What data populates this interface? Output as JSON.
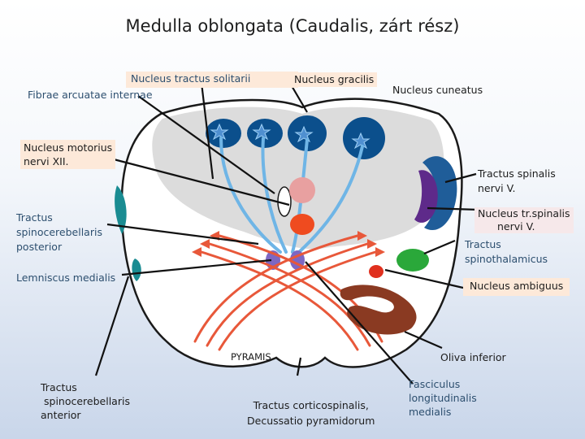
{
  "title": "Medulla oblongata (Caudalis, zárt rész)",
  "labels": {
    "nucleus_tractus_solitarii": "Nucleus tractus solitarii",
    "fibrae_arcuatae_internae": "Fibrae arcuatae internae",
    "nucleus_gracilis": "Nucleus gracilis",
    "nucleus_cuneatus": "Nucleus cuneatus",
    "nucleus_motorius_1": "Nucleus motorius",
    "nucleus_motorius_2": "nervi XII.",
    "tractus_spinalis_1": "Tractus spinalis",
    "tractus_spinalis_2": "nervi V.",
    "tractus_spinocerebellaris_post_1": "Tractus",
    "tractus_spinocerebellaris_post_2": "spinocerebellaris",
    "tractus_spinocerebellaris_post_3": "posterior",
    "nucleus_tr_spinalis_1": "Nucleus tr.spinalis",
    "nucleus_tr_spinalis_2": "nervi V.",
    "tractus_spinothalamicus_1": "Tractus",
    "tractus_spinothalamicus_2": "spinothalamicus",
    "lemniscus_medialis": "Lemniscus medialis",
    "nucleus_ambiguus": "Nucleus ambiguus",
    "pyramis": "PYRAMIS",
    "oliva_inferior": "Oliva inferior",
    "tractus_spinocerebellaris_ant_1": "Tractus",
    "tractus_spinocerebellaris_ant_2": "spinocerebellaris",
    "tractus_spinocerebellaris_ant_3": "anterior",
    "tractus_corticospinalis_1": "Tractus corticospinalis,",
    "tractus_corticospinalis_2": "Decussatio pyramidorum",
    "fasciculus_1": "Fasciculus",
    "fasciculus_2": "longitudinalis",
    "fasciculus_3": "medialis"
  },
  "colors": {
    "outline": "#1a1a1a",
    "medulla_fill": "#ffffff",
    "gray_matter": "#dcdcdc",
    "dorsal_nuclei": "#0b4f8c",
    "fibres": "#6fb5e6",
    "trigeminal_tract": "#1f5d99",
    "trigeminal_nucleus": "#5e2a8a",
    "spinothalamic": "#2aa83a",
    "ambiguus": "#e0301e",
    "pyramid_fibres": "#e8583a",
    "olive": "#8a3a22",
    "spinocerebellar": "#1a8c92",
    "solitary": "#e8a0a0",
    "lemniscus": "#7d67c3",
    "motor_xii": "#ef4b1f",
    "pointer": "#111111"
  }
}
